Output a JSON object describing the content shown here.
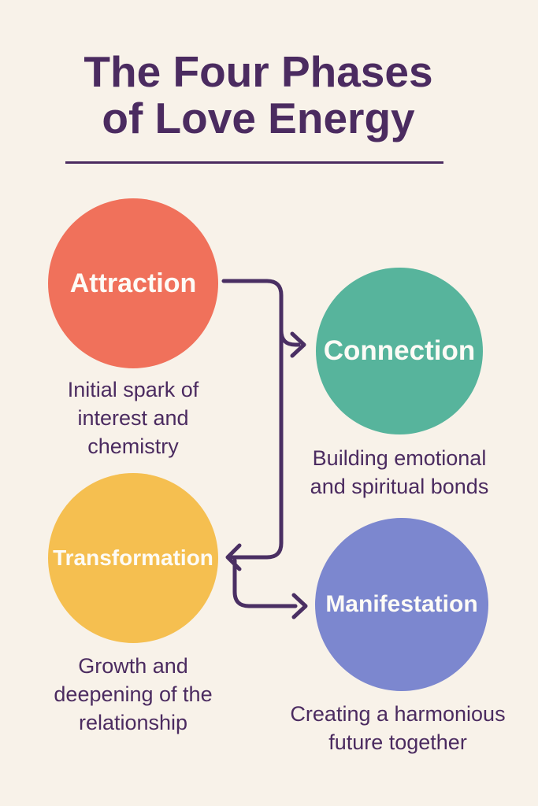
{
  "title": {
    "line1": "The Four Phases",
    "line2": "of Love Energy"
  },
  "phases": [
    {
      "name": "Attraction",
      "caption": [
        "Initial spark of",
        "interest and",
        "chemistry"
      ],
      "color": "#F0715B"
    },
    {
      "name": "Connection",
      "caption": [
        "Building emotional",
        "and spiritual bonds"
      ],
      "color": "#57B49C"
    },
    {
      "name": "Transformation",
      "caption": [
        "Growth and",
        "deepening of the",
        "relationship"
      ],
      "color": "#F5BF50"
    },
    {
      "name": "Manifestation",
      "caption": [
        "Creating a harmonious",
        "future together"
      ],
      "color": "#7C87CF"
    }
  ],
  "connections": [
    {
      "from": "Attraction",
      "to": "Connection"
    },
    {
      "from": "Connection",
      "to": "Transformation"
    },
    {
      "from": "Transformation",
      "to": "Manifestation"
    }
  ],
  "colors": {
    "bg": "#F8F2E9",
    "ink": "#4B2B60",
    "arrow": "#4A2F63"
  }
}
